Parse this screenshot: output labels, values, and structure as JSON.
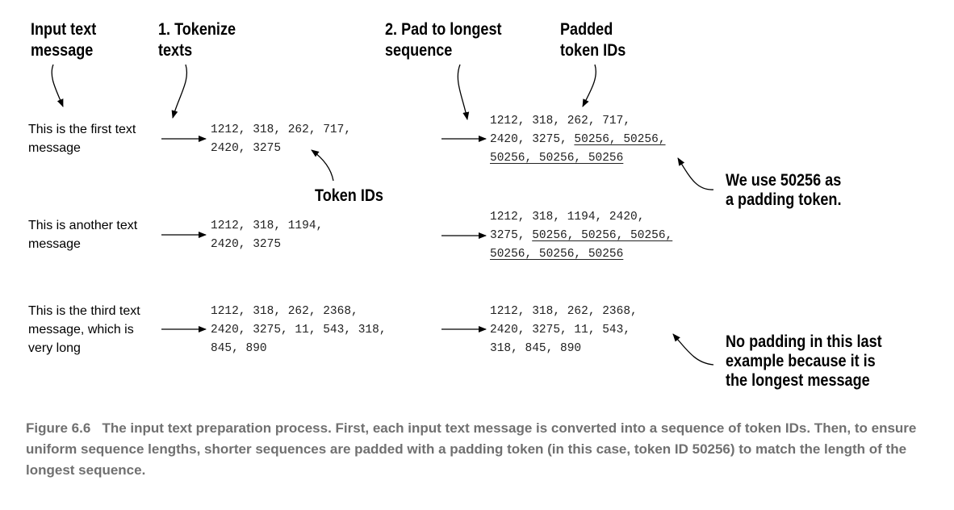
{
  "headers": {
    "input": "Input text\nmessage",
    "tokenize": "1. Tokenize\ntexts",
    "pad": "2. Pad to longest\nsequence",
    "padded": "Padded\ntoken IDs"
  },
  "rows": [
    {
      "message": "This is the first text\nmessage",
      "tokens": "1212, 318, 262, 717,\n2420, 3275",
      "padded_lines": [
        [
          {
            "t": "1212, 318, 262, 717,",
            "pad": false
          }
        ],
        [
          {
            "t": "2420, 3275, ",
            "pad": false
          },
          {
            "t": "50256, 50256,",
            "pad": true
          }
        ],
        [
          {
            "t": "50256, 50256, 50256",
            "pad": true
          }
        ]
      ]
    },
    {
      "message": "This is another text\nmessage",
      "tokens": "1212, 318, 1194,\n2420, 3275",
      "padded_lines": [
        [
          {
            "t": "1212, 318, 1194, 2420,",
            "pad": false
          }
        ],
        [
          {
            "t": "3275, ",
            "pad": false
          },
          {
            "t": "50256, 50256, 50256,",
            "pad": true
          }
        ],
        [
          {
            "t": "50256, 50256, 50256",
            "pad": true
          }
        ]
      ]
    },
    {
      "message": "This is the third text\nmessage, which is\nvery long",
      "tokens": "1212, 318, 262, 2368,\n2420, 3275, 11, 543, 318,\n845, 890",
      "padded_lines": [
        [
          {
            "t": "1212, 318, 262, 2368,",
            "pad": false
          }
        ],
        [
          {
            "t": "2420, 3275, 11, 543,",
            "pad": false
          }
        ],
        [
          {
            "t": "318, 845, 890",
            "pad": false
          }
        ]
      ]
    }
  ],
  "annotations": {
    "token_ids": "Token IDs",
    "padding_token": "We use 50256 as\na padding token.",
    "no_padding": "No padding in this last\nexample because it is\nthe longest message"
  },
  "caption": {
    "figure": "Figure 6.6",
    "text": "The input text preparation process. First, each input text message is converted into a sequence of token IDs. Then, to ensure uniform sequence lengths, shorter sequences are padded with a padding token (in this case, token ID 50256) to match the length of the longest sequence."
  }
}
